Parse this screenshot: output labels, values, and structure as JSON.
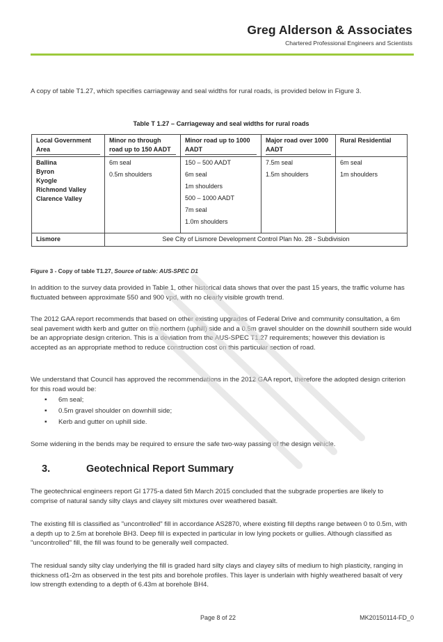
{
  "header": {
    "company": "Greg Alderson & Associates",
    "subtitle": "Chartered Professional Engineers and Scientists"
  },
  "intro": "A copy of table T1.27, which specifies carriageway and seal widths for rural roads, is provided below in Figure 3.",
  "table": {
    "caption": "Table T 1.27 – Carriageway and seal widths for rural roads",
    "headers": [
      "Local Government Area",
      "Minor no through road up to 150 AADT",
      "Minor road up to 1000 AADT",
      "Major road over 1000 AADT",
      "Rural Residential"
    ],
    "areas": [
      "Ballina",
      "Byron",
      "Kyogle",
      "Richmond Valley",
      "Clarence Valley"
    ],
    "minor_no_through": [
      "6m seal",
      "0.5m shoulders"
    ],
    "minor_road": [
      "150 – 500 AADT",
      "6m seal",
      "1m shoulders",
      "500 – 1000 AADT",
      "7m seal",
      "1.0m shoulders"
    ],
    "major_road": [
      "7.5m seal",
      "1.5m shoulders"
    ],
    "rural_residential": [
      "6m seal",
      "1m shoulders"
    ],
    "lismore_area": "Lismore",
    "lismore_note": "See City of Lismore Development Control Plan No. 28 - Subdivision"
  },
  "figure_caption": {
    "prefix": "Figure 3 - Copy of table T1.27, ",
    "source": "Source of table: AUS-SPEC D1"
  },
  "paragraphs": {
    "traffic": "In addition to the survey data provided in Table 1, other historical data shows that over the past 15 years, the traffic volume has fluctuated between approximate 550 and 900 vpd, with no clearly visible growth trend.",
    "gaa": "The 2012 GAA report recommends that based on other existing upgrades of Federal Drive and community consultation, a 6m seal pavement width kerb and gutter on the northern (uphill) side and a 0.5m gravel shoulder on the downhill southern side would be an appropriate design criterion. This is a deviation from the AUS-SPEC T1.27 requirements; however this deviation is accepted as an appropriate method to reduce construction cost on this particular section of road.",
    "council": "We understand that Council has approved the recommendations in the 2012 GAA report, therefore the adopted design criterion for this road would be:",
    "widening": "Some widening in the bends may be required to ensure the safe two-way passing of the design vehicle.",
    "geotech": "The geotechnical engineers report GI 1775-a dated 5th March 2015 concluded that the subgrade properties are likely to comprise of natural sandy silty clays and clayey silt mixtures over weathered basalt.",
    "fill": "The existing fill is classified as \"uncontrolled\" fill in accordance AS2870, where existing fill depths range between 0 to 0.5m, with a depth up to 2.5m at borehole BH3. Deep fill is expected in particular in low lying pockets or gullies. Although classified as \"uncontrolled\" fill, the fill was found to be generally well compacted.",
    "residual": "The residual sandy silty clay underlying the fill is graded hard silty clays and clayey silts of medium to high plasticity, ranging in thickness of1-2m as observed in the test pits and borehole profiles. This layer is underlain with highly weathered basalt of very low strength extending to a depth of 6.43m at borehole BH4."
  },
  "criteria": [
    "6m seal;",
    "0.5m gravel shoulder on downhill side;",
    "Kerb and gutter on uphill side."
  ],
  "section": {
    "number": "3.",
    "title": "Geotechnical Report Summary"
  },
  "footer": {
    "page": "Page 8 of 22",
    "doc_ref": "MK20150114-FD_0"
  },
  "colors": {
    "accent_rule": "#9cc93b",
    "watermark": "#d8d8d8"
  }
}
